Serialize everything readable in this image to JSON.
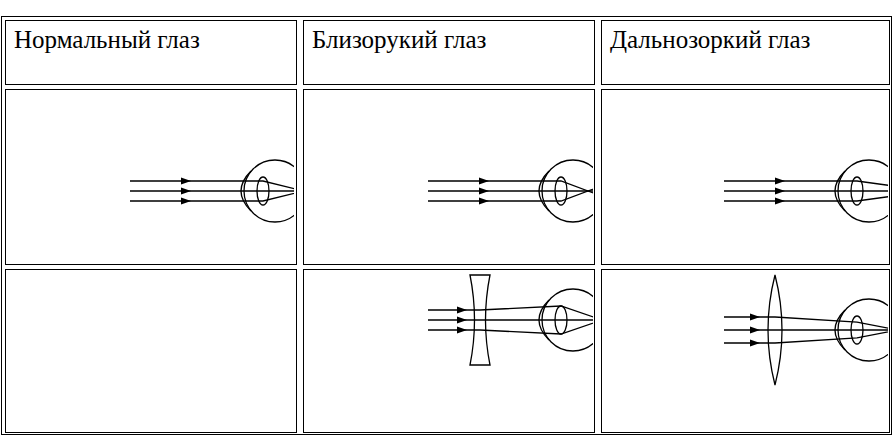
{
  "diagram": {
    "nodes": [
      {
        "text": [
          "Нормальный глаз"
        ]
      },
      {
        "text": [
          "Близорукий глаз"
        ]
      },
      {
        "text": [
          "Дальнозоркий глаз"
        ]
      }
    ]
  }
}
